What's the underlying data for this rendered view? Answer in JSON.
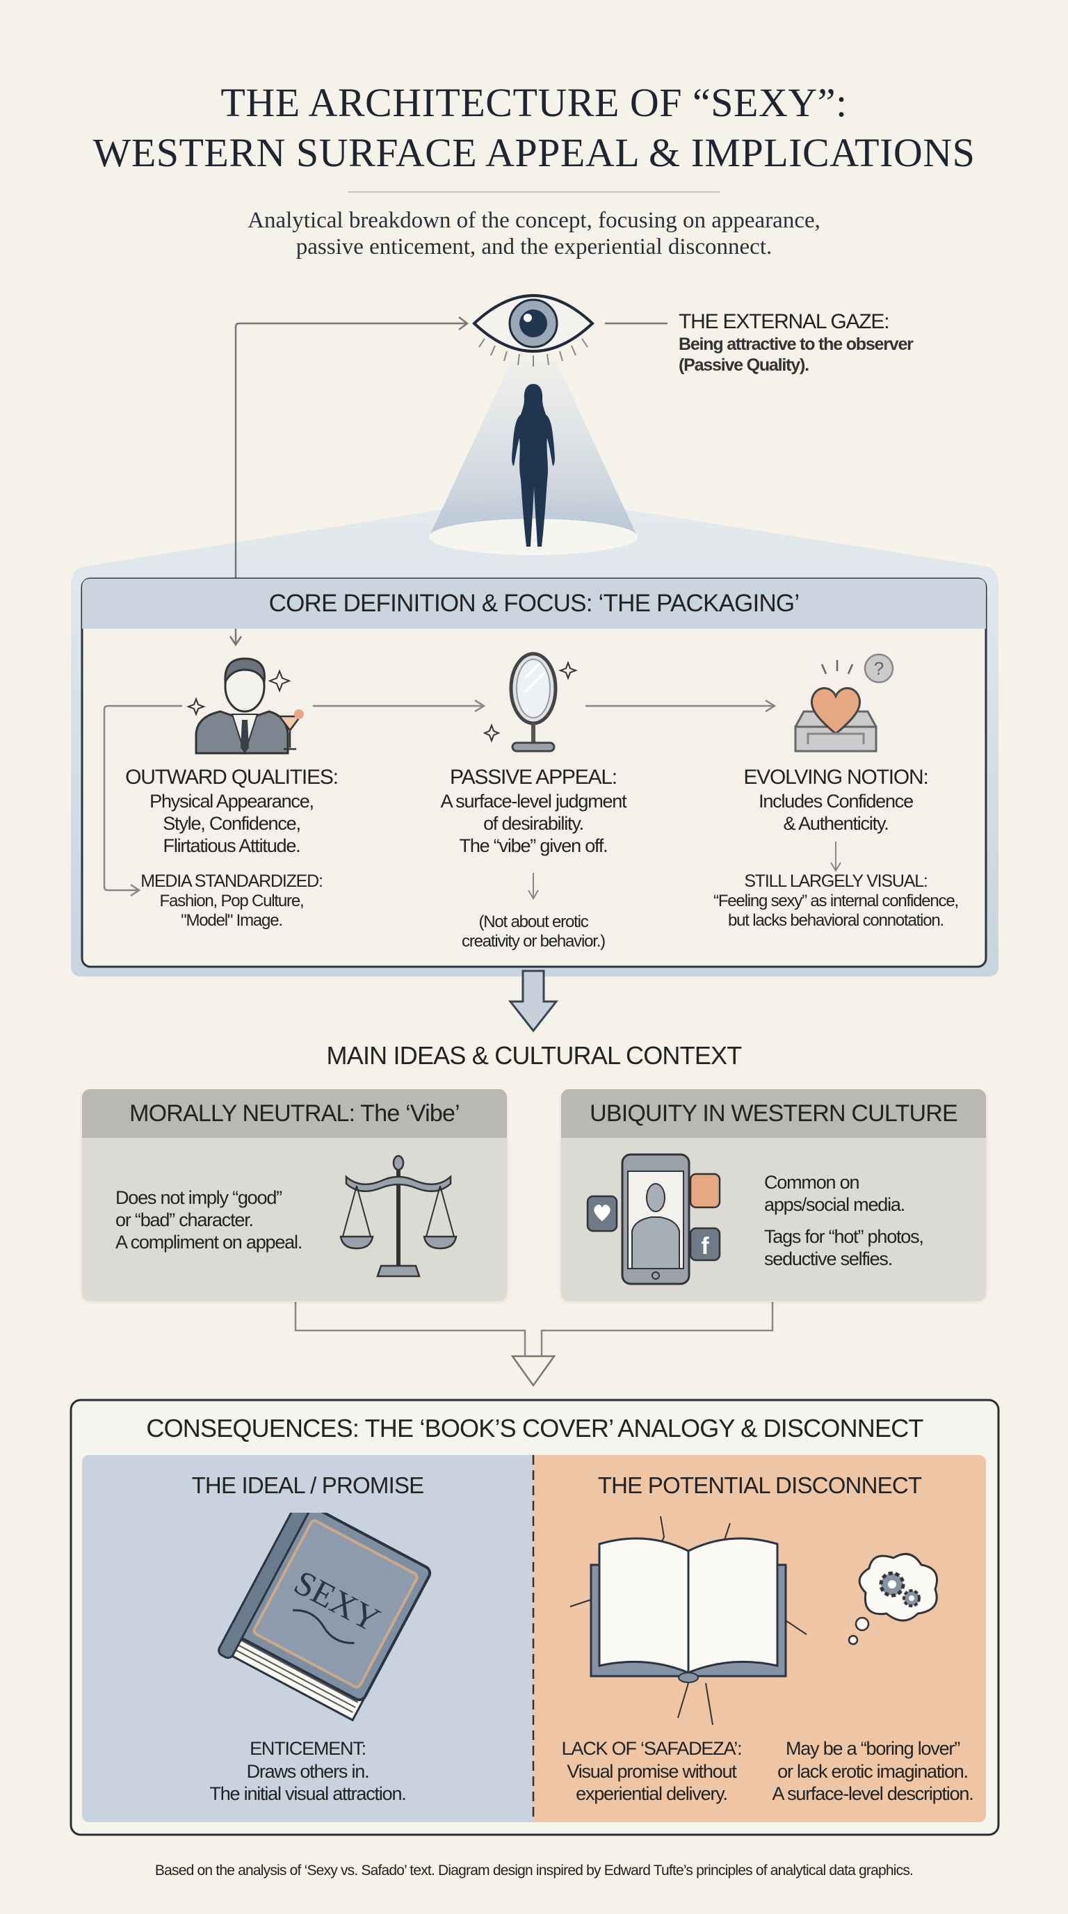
{
  "title": {
    "line1": "THE ARCHITECTURE OF “SEXY”:",
    "line2": "WESTERN SURFACE APPEAL & IMPLICATIONS"
  },
  "subtitle": {
    "line1": "Analytical breakdown of the concept, focusing on appearance,",
    "line2": "passive enticement, and the experiential disconnect."
  },
  "gaze": {
    "heading": "THE EXTERNAL GAZE:",
    "line1": "Being attractive to the observer",
    "line2": "(Passive Quality)."
  },
  "core": {
    "header": "CORE DEFINITION & FOCUS: ‘THE PACKAGING’",
    "columns": [
      {
        "heading": "OUTWARD QUALITIES:",
        "lines": [
          "Physical Appearance,",
          "Style, Confidence,",
          "Flirtatious Attitude."
        ],
        "sub_heading": "MEDIA STANDARDIZED:",
        "sub_lines": [
          "Fashion, Pop Culture,",
          "\"Model\" Image."
        ]
      },
      {
        "heading": "PASSIVE APPEAL:",
        "lines": [
          "A surface-level judgment",
          "of desirability.",
          "The “vibe” given off."
        ],
        "sub_heading": "",
        "sub_lines": [
          "(Not about erotic",
          "creativity or behavior.)"
        ]
      },
      {
        "heading": "EVOLVING NOTION:",
        "lines": [
          "Includes Confidence",
          "& Authenticity."
        ],
        "sub_heading": "STILL LARGELY VISUAL:",
        "sub_lines": [
          "“Feeling sexy” as internal confidence,",
          "but lacks behavioral connotation."
        ]
      }
    ]
  },
  "main_ideas": {
    "heading": "MAIN IDEAS & CULTURAL CONTEXT",
    "left": {
      "header_bold": "MORALLY NEUTRAL:",
      "header_rest": " The ‘Vibe’",
      "lines": [
        "Does not imply “good”",
        "or “bad” character.",
        "A compliment on appeal."
      ]
    },
    "right": {
      "header": "UBIQUITY IN WESTERN CULTURE",
      "lines1": [
        "Common on",
        "apps/social media."
      ],
      "lines2": [
        "Tags for “hot” photos,",
        "seductive selfies."
      ]
    }
  },
  "consequences": {
    "heading": "CONSEQUENCES: THE ‘BOOK’S COVER’ ANALOGY & DISCONNECT",
    "left": {
      "header": "THE IDEAL / PROMISE",
      "book_title": "SEXY",
      "heading": "ENTICEMENT:",
      "lines": [
        "Draws others in.",
        "The initial visual attraction."
      ]
    },
    "right": {
      "header": "THE POTENTIAL DISCONNECT",
      "col1_heading": "LACK OF ‘SAFADEZA’:",
      "col1_lines": [
        "Visual promise without",
        "experiential delivery."
      ],
      "col2_lines": [
        "May be a “boring lover”",
        "or lack erotic imagination.",
        "A surface-level description."
      ]
    }
  },
  "footer": "Based on the analysis of ‘Sexy vs. Safado’ text. Diagram design inspired by Edward Tufte’s principles of analytical data graphics.",
  "colors": {
    "background": "#f5f2ea",
    "navy": "#1f3550",
    "blue_panel": "#c7d2de",
    "peach_panel": "#efc6a6",
    "gray_card": "#dcdad5",
    "accent_peach": "#e6a882"
  }
}
